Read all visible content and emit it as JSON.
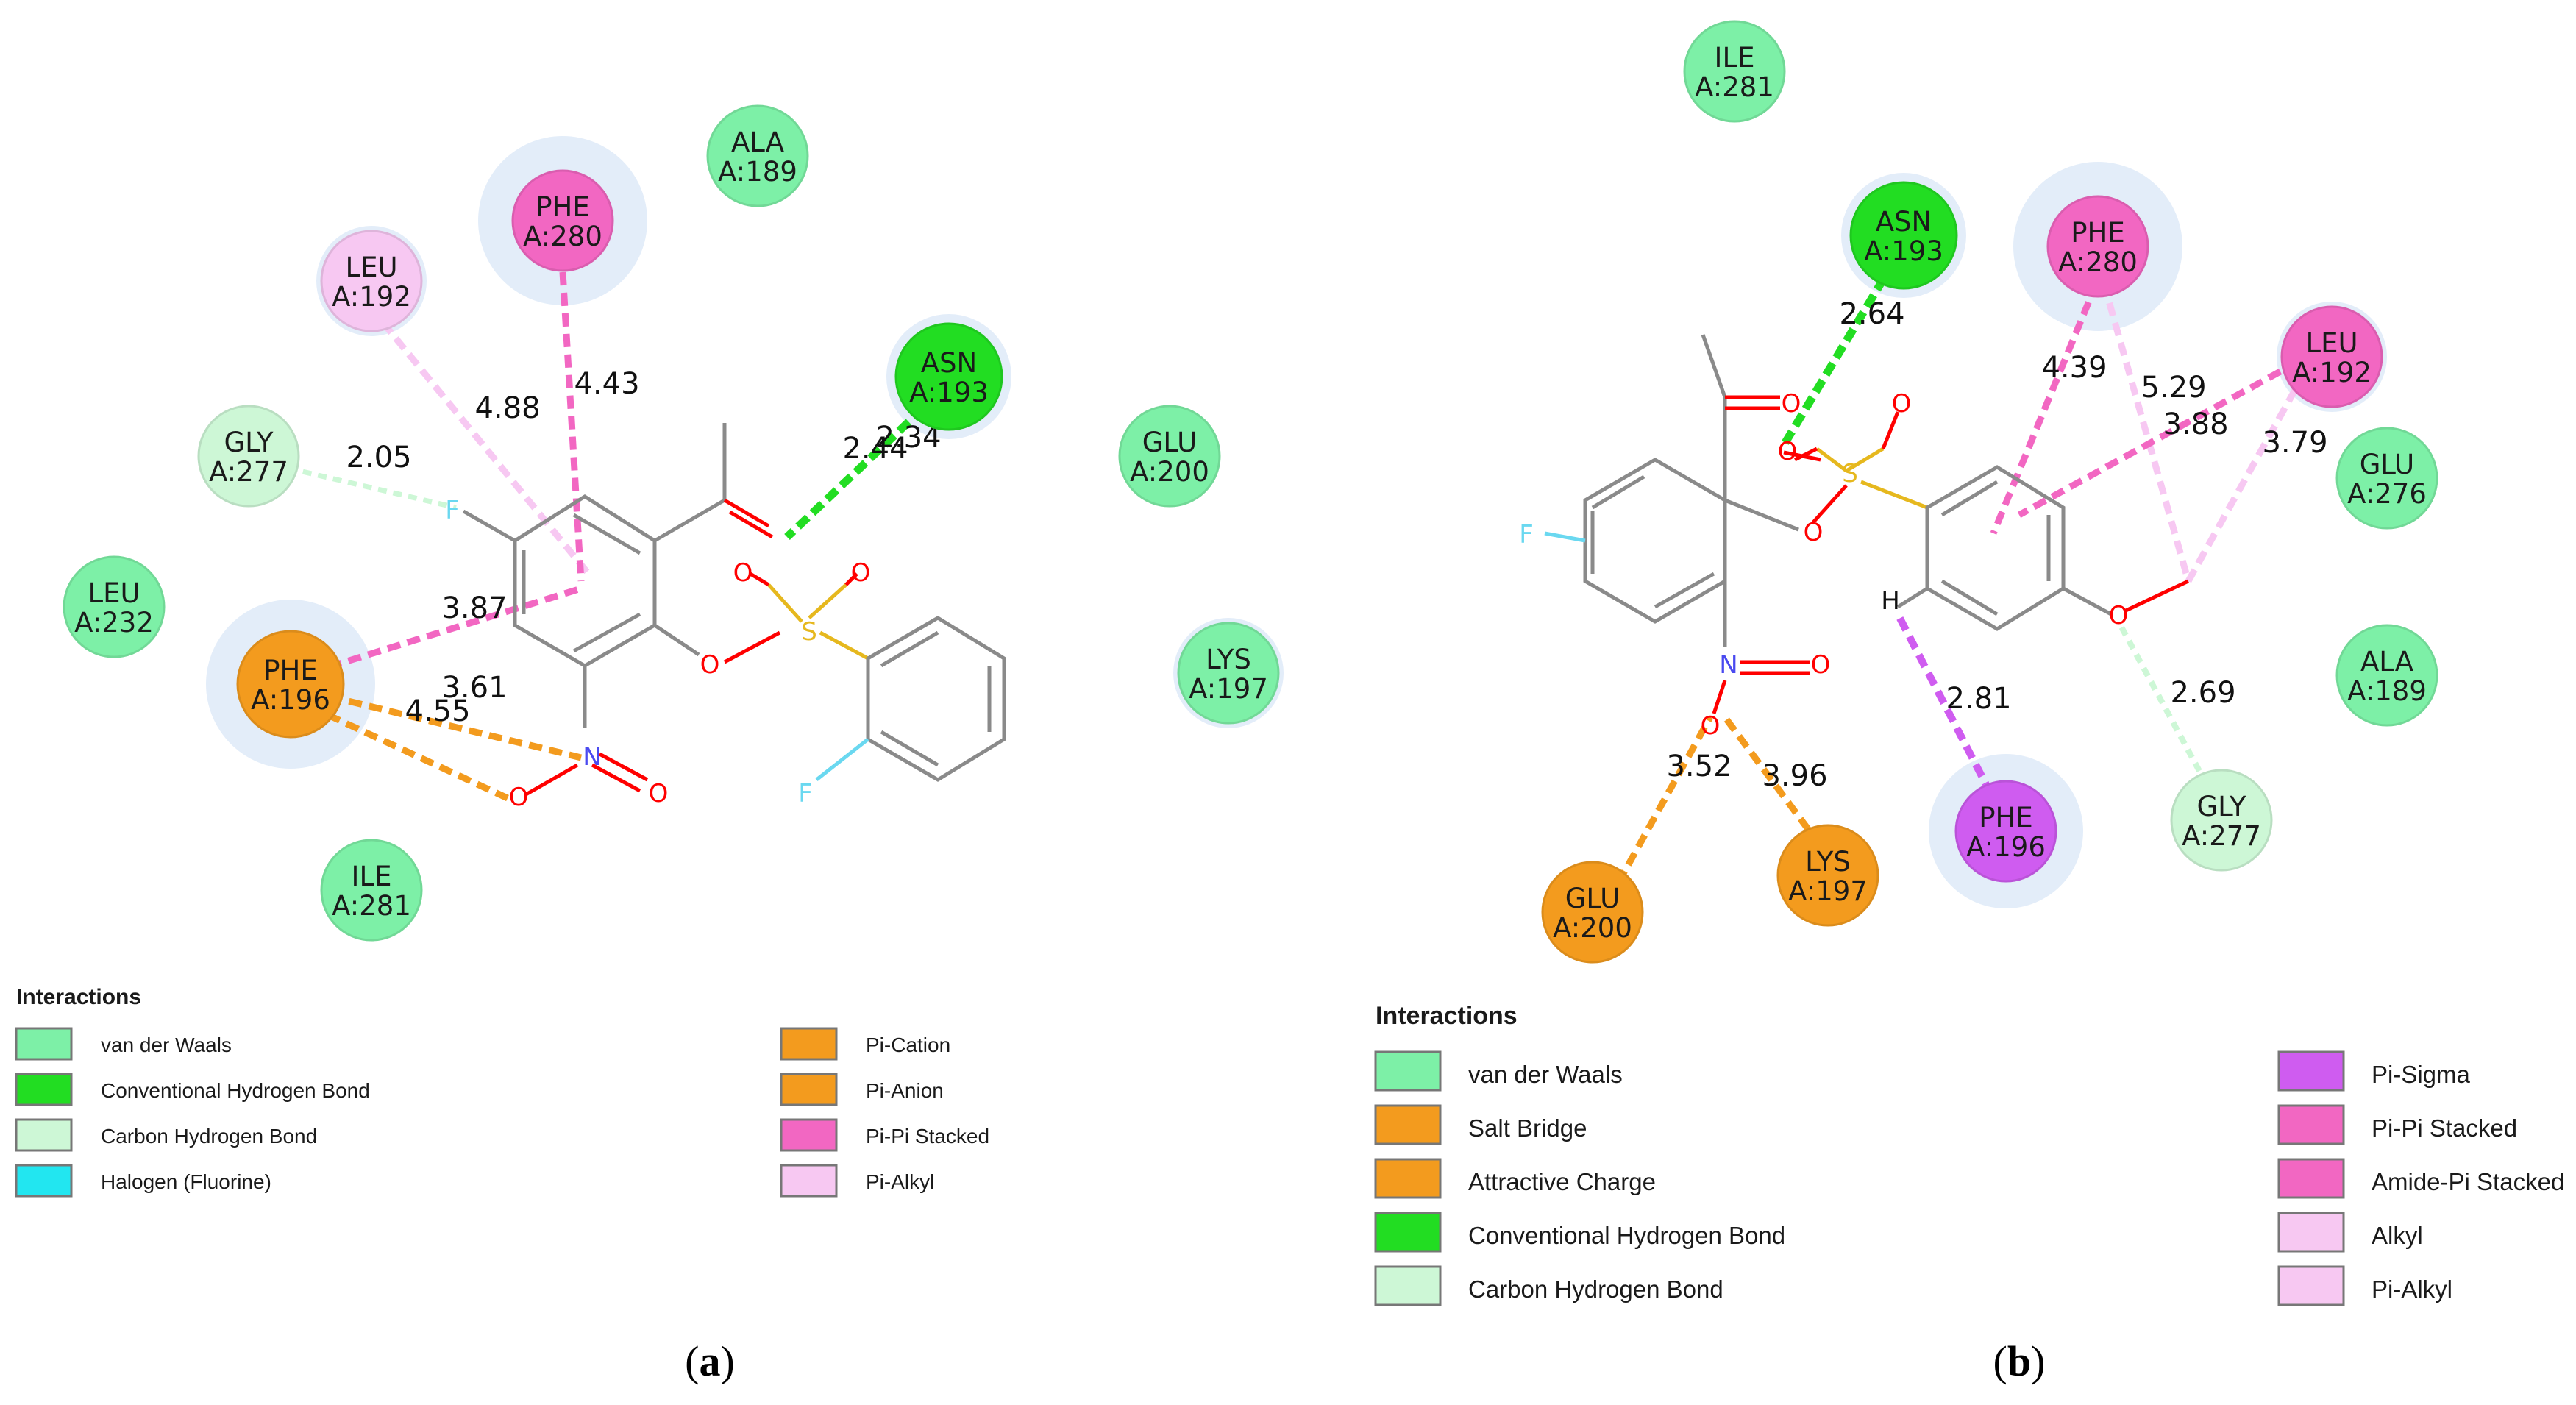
{
  "colors": {
    "van_der_waals": "#7df0a7",
    "conventional_hbond": "#22dd22",
    "carbon_hbond": "#cdf7d6",
    "halogen": "#22e6f0",
    "pi_cation": "#f39b1e",
    "pi_anion": "#f39b1e",
    "salt_bridge": "#f39b1e",
    "attractive_charge": "#f39b1e",
    "pi_pi_stacked": "#f267c2",
    "amide_pi_stacked": "#f267c2",
    "pi_alkyl": "#f7c8f2",
    "alkyl": "#f7c8f2",
    "pi_sigma": "#cf5cf0",
    "bond": "#8a8a8a",
    "oxygen": "#ff0000",
    "nitrogen": "#4a4af0",
    "sulfur": "#e6b81e",
    "fluorine": "#6ad8f0"
  },
  "panel_a": {
    "caption": "a",
    "residues": [
      {
        "id": "a-phe280",
        "name": "PHE",
        "num": "A:280",
        "type": "pi_pi_stacked",
        "halo": true
      },
      {
        "id": "a-ala189",
        "name": "ALA",
        "num": "A:189",
        "type": "van_der_waals",
        "halo": false
      },
      {
        "id": "a-leu192",
        "name": "LEU",
        "num": "A:192",
        "type": "pi_alkyl",
        "halo": true
      },
      {
        "id": "a-asn193",
        "name": "ASN",
        "num": "A:193",
        "type": "conventional_hbond",
        "halo": true
      },
      {
        "id": "a-glu200",
        "name": "GLU",
        "num": "A:200",
        "type": "van_der_waals",
        "halo": false
      },
      {
        "id": "a-gly277",
        "name": "GLY",
        "num": "A:277",
        "type": "carbon_hbond",
        "halo": false
      },
      {
        "id": "a-leu232",
        "name": "LEU",
        "num": "A:232",
        "type": "van_der_waals",
        "halo": false
      },
      {
        "id": "a-lys197",
        "name": "LYS",
        "num": "A:197",
        "type": "van_der_waals",
        "halo": true
      },
      {
        "id": "a-phe196",
        "name": "PHE",
        "num": "A:196",
        "type": "pi_cation",
        "halo": true
      },
      {
        "id": "a-ile281",
        "name": "ILE",
        "num": "A:281",
        "type": "van_der_waals",
        "halo": false
      }
    ],
    "distances": [
      "2.05",
      "4.88",
      "4.43",
      "2.44",
      "2.34",
      "3.87",
      "3.61",
      "4.55"
    ],
    "atoms": {
      "F1": "F",
      "F2": "F",
      "O": "O",
      "N": "N",
      "S": "S"
    },
    "legend": {
      "title": "Interactions",
      "left": [
        {
          "label": "van der Waals",
          "type": "van_der_waals"
        },
        {
          "label": "Conventional Hydrogen Bond",
          "type": "conventional_hbond"
        },
        {
          "label": "Carbon Hydrogen Bond",
          "type": "carbon_hbond"
        },
        {
          "label": "Halogen (Fluorine)",
          "type": "halogen"
        }
      ],
      "right": [
        {
          "label": "Pi-Cation",
          "type": "pi_cation"
        },
        {
          "label": "Pi-Anion",
          "type": "pi_anion"
        },
        {
          "label": "Pi-Pi Stacked",
          "type": "pi_pi_stacked"
        },
        {
          "label": "Pi-Alkyl",
          "type": "pi_alkyl"
        }
      ]
    }
  },
  "panel_b": {
    "caption": "b",
    "residues": [
      {
        "id": "b-ile281",
        "name": "ILE",
        "num": "A:281",
        "type": "van_der_waals",
        "halo": false
      },
      {
        "id": "b-asn193",
        "name": "ASN",
        "num": "A:193",
        "type": "conventional_hbond",
        "halo": true
      },
      {
        "id": "b-phe280",
        "name": "PHE",
        "num": "A:280",
        "type": "pi_pi_stacked",
        "halo": true
      },
      {
        "id": "b-leu192",
        "name": "LEU",
        "num": "A:192",
        "type": "pi_pi_stacked",
        "halo": true
      },
      {
        "id": "b-glu276",
        "name": "GLU",
        "num": "A:276",
        "type": "van_der_waals",
        "halo": false
      },
      {
        "id": "b-ala189",
        "name": "ALA",
        "num": "A:189",
        "type": "van_der_waals",
        "halo": false
      },
      {
        "id": "b-gly277",
        "name": "GLY",
        "num": "A:277",
        "type": "carbon_hbond",
        "halo": false
      },
      {
        "id": "b-phe196",
        "name": "PHE",
        "num": "A:196",
        "type": "pi_sigma",
        "halo": true
      },
      {
        "id": "b-lys197",
        "name": "LYS",
        "num": "A:197",
        "type": "salt_bridge",
        "halo": false
      },
      {
        "id": "b-glu200",
        "name": "GLU",
        "num": "A:200",
        "type": "salt_bridge",
        "halo": false
      }
    ],
    "distances": [
      "2.64",
      "4.39",
      "5.29",
      "3.88",
      "3.79",
      "2.69",
      "2.81",
      "3.52",
      "3.96"
    ],
    "atoms": {
      "F": "F",
      "O": "O",
      "N": "N",
      "S": "S",
      "H": "H"
    },
    "legend": {
      "title": "Interactions",
      "left": [
        {
          "label": "van der Waals",
          "type": "van_der_waals"
        },
        {
          "label": "Salt Bridge",
          "type": "salt_bridge"
        },
        {
          "label": "Attractive Charge",
          "type": "attractive_charge"
        },
        {
          "label": "Conventional Hydrogen Bond",
          "type": "conventional_hbond"
        },
        {
          "label": "Carbon Hydrogen Bond",
          "type": "carbon_hbond"
        }
      ],
      "right": [
        {
          "label": "Pi-Sigma",
          "type": "pi_sigma"
        },
        {
          "label": "Pi-Pi Stacked",
          "type": "pi_pi_stacked"
        },
        {
          "label": "Amide-Pi Stacked",
          "type": "amide_pi_stacked"
        },
        {
          "label": "Alkyl",
          "type": "alkyl"
        },
        {
          "label": "Pi-Alkyl",
          "type": "pi_alkyl"
        }
      ]
    }
  }
}
